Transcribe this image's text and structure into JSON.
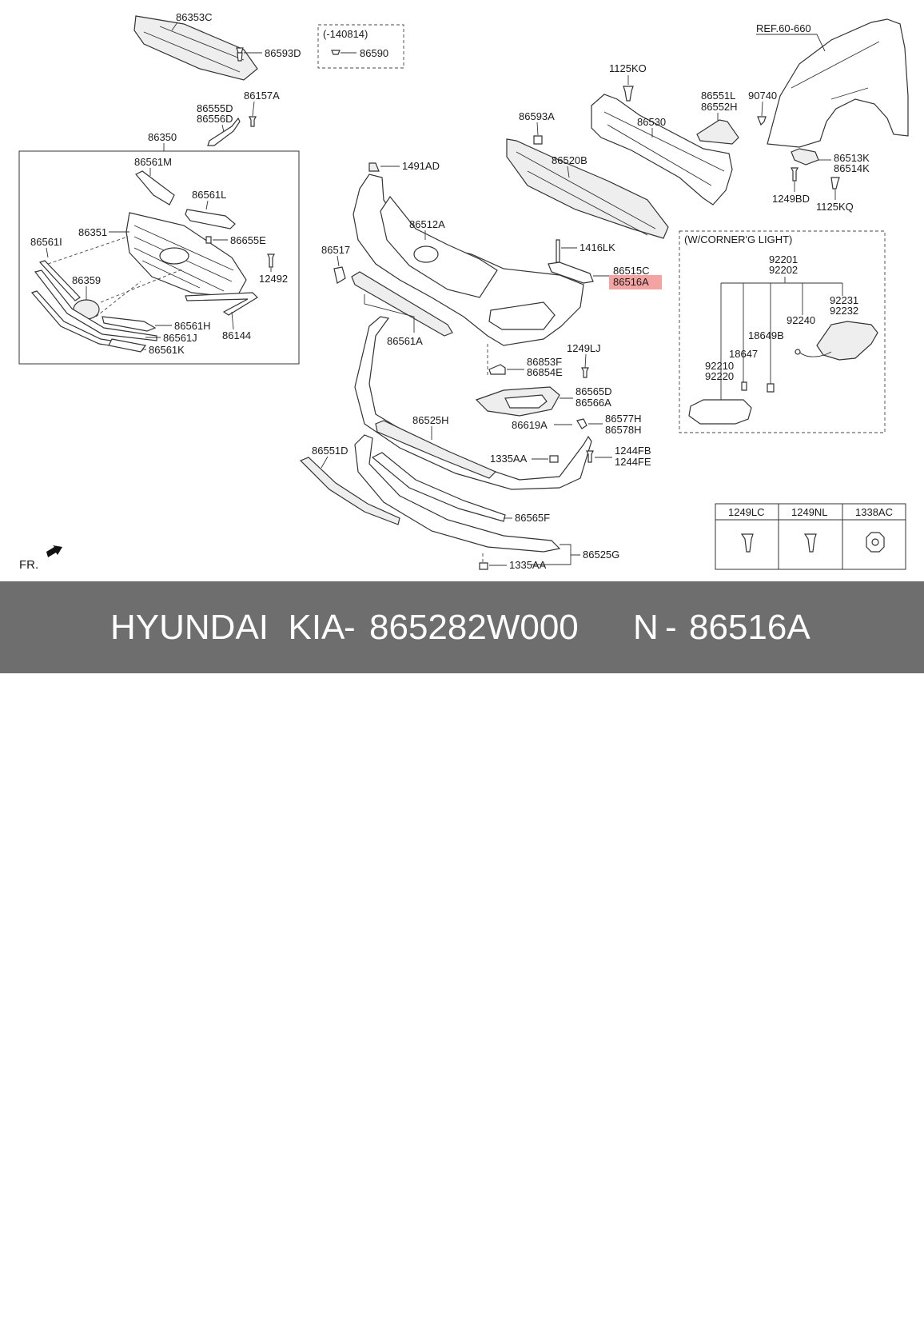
{
  "footer": {
    "brand": "HYUNDAI  KIA",
    "sep1": "-",
    "part_number": "865282W000",
    "prefix": "N",
    "sep2": "-",
    "ref_number": "86516A"
  },
  "labels": {
    "l86353C": "86353C",
    "l140814": "(-140814)",
    "l86590": "86590",
    "l86593D": "86593D",
    "l86157A": "86157A",
    "l86555D": "86555D",
    "l86556D": "86556D",
    "l86350": "86350",
    "l86561M": "86561M",
    "l86561L": "86561L",
    "l86561I": "86561I",
    "l86351": "86351",
    "l86655E": "86655E",
    "l12492": "12492",
    "l86359": "86359",
    "l86561H": "86561H",
    "l86561J": "86561J",
    "l86561K": "86561K",
    "l86144": "86144",
    "l1491AD": "1491AD",
    "l86512A": "86512A",
    "l86517": "86517",
    "l86561A": "86561A",
    "l1416LK": "1416LK",
    "l86515C": "86515C",
    "l86516A": "86516A",
    "l86593A": "86593A",
    "l86520B": "86520B",
    "l1125KO": "1125KO",
    "l86530": "86530",
    "l86551L": "86551L",
    "l86552H": "86552H",
    "l90740": "90740",
    "lREF": "REF.60-660",
    "l86513K": "86513K",
    "l86514K": "86514K",
    "l1249BD": "1249BD",
    "l1125KQ": "1125KQ",
    "lCorner": "(W/CORNER'G LIGHT)",
    "l92201": "92201",
    "l92202": "92202",
    "l92231": "92231",
    "l92232": "92232",
    "l92240": "92240",
    "l18649B": "18649B",
    "l18647": "18647",
    "l92210": "92210",
    "l92220": "92220",
    "l1249LJ": "1249LJ",
    "l86853F": "86853F",
    "l86854E": "86854E",
    "l86565D": "86565D",
    "l86566A": "86566A",
    "l86525H": "86525H",
    "l86619A": "86619A",
    "l86577H": "86577H",
    "l86578H": "86578H",
    "l86551D": "86551D",
    "l1335AA_1": "1335AA",
    "l1244FB": "1244FB",
    "l1244FE": "1244FE",
    "l86565F": "86565F",
    "l86525G": "86525G",
    "l1335AA_2": "1335AA",
    "lFR": "FR."
  },
  "fastener_table": {
    "headers": [
      "1249LC",
      "1249NL",
      "1338AC"
    ]
  },
  "colors": {
    "highlight": "#f4a3a3",
    "footer_bg": "#6e6e6e",
    "footer_text": "#ffffff"
  }
}
